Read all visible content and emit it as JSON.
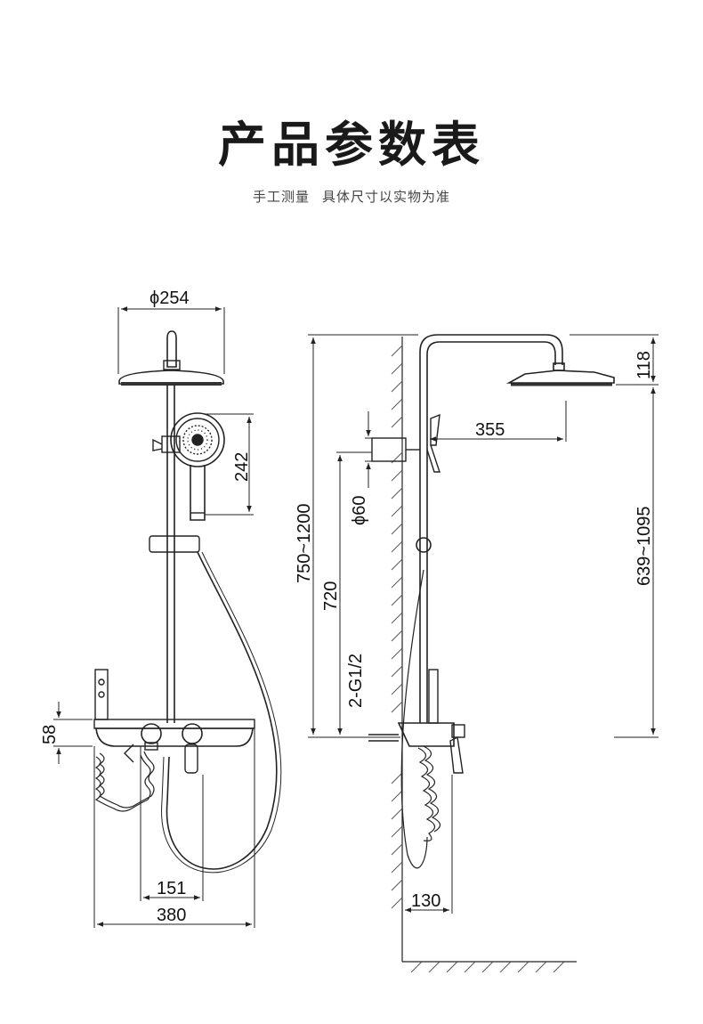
{
  "header": {
    "title": "产品参数表",
    "subtitle_part1": "手工测量",
    "subtitle_part2": "具体尺寸以实物为准"
  },
  "front_view": {
    "head_diameter": "ϕ254",
    "handheld_height": "242",
    "shelf_height": "58",
    "valve_spacing": "151",
    "shelf_width": "380"
  },
  "side_view": {
    "arm_drop": "118",
    "arm_reach": "355",
    "slider_diameter": "ϕ60",
    "total_height": "750~1200",
    "slider_height": "720",
    "inlet_thread": "2-G1/2",
    "head_height_range": "639~1095",
    "wall_offset": "130"
  },
  "colors": {
    "line": "#222222",
    "hatch": "#555555",
    "title": "#1a1a1a"
  }
}
